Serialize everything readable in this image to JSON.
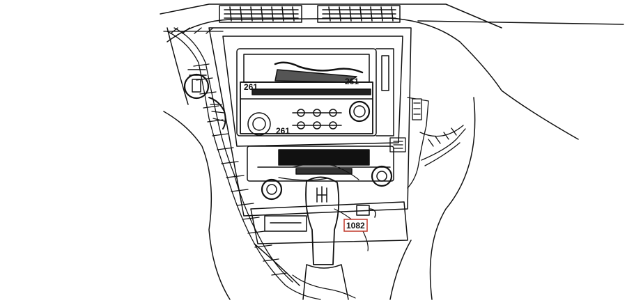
{
  "diagram": {
    "callouts": [
      {
        "id": "radio-top-left",
        "text": "261",
        "boxed": false
      },
      {
        "id": "radio-top-right",
        "text": "261",
        "boxed": false
      },
      {
        "id": "radio-bottom",
        "text": "261",
        "boxed": false
      },
      {
        "id": "console-harness",
        "text": "1082",
        "boxed": true
      }
    ],
    "colors": {
      "line": "#111111",
      "callout_box": "#c0392b",
      "background": "#ffffff"
    }
  }
}
